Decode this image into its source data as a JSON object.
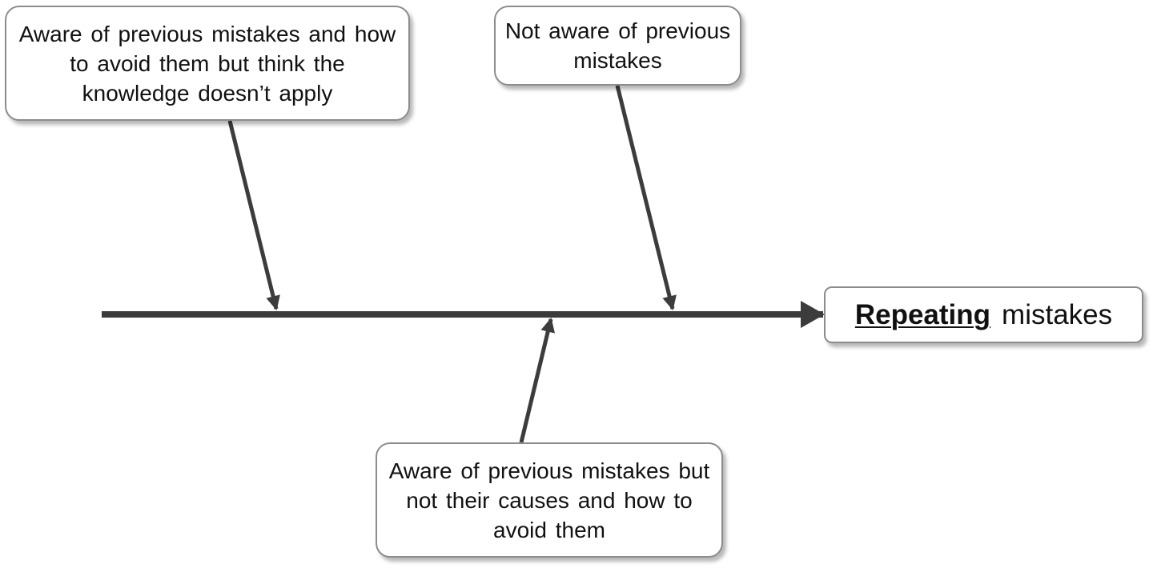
{
  "diagram": {
    "type": "fishbone",
    "effect": {
      "emphasis": "Repeating",
      "text": "mistakes"
    },
    "causes": [
      {
        "id": "top-left",
        "text": "Aware of previous mistakes and how to avoid them but think the knowledge doesn’t apply"
      },
      {
        "id": "top-right",
        "text": "Not aware of previous mistakes"
      },
      {
        "id": "bottom",
        "text": "Aware of previous mistakes but not their causes and how to avoid them"
      }
    ],
    "colors": {
      "line": "#3c3c3c",
      "box_border": "#8c8c8c",
      "box_fill": "#ffffff",
      "text": "#111111"
    }
  }
}
